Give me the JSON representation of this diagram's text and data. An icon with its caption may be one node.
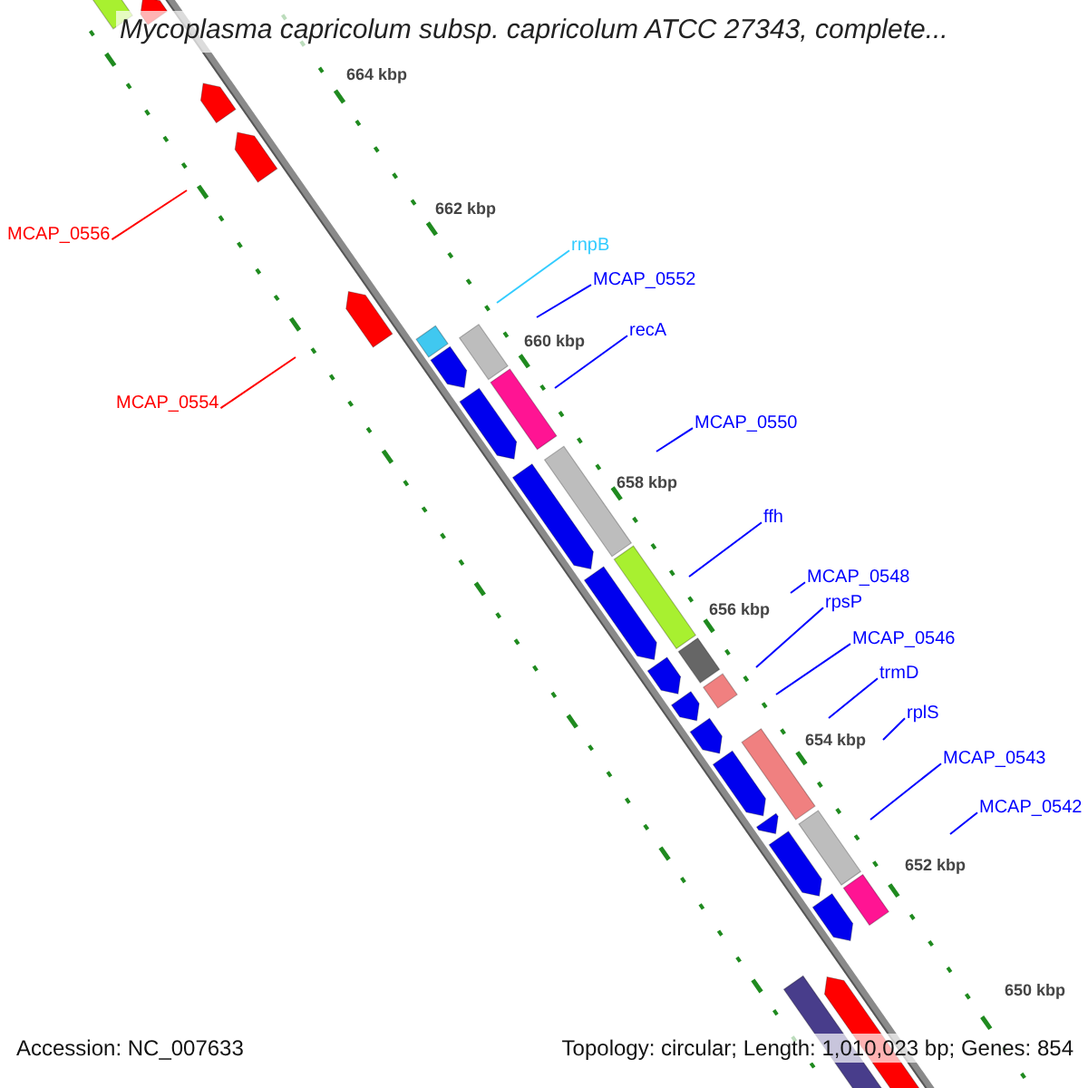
{
  "diagram": {
    "title": "Mycoplasma capricolum subsp. capricolum ATCC 27343, complete...",
    "nodes": [
      {
        "text": [
          "MCAP_0556"
        ]
      },
      {
        "text": [
          "rnpB"
        ]
      },
      {
        "text": [
          "MCAP_0552"
        ]
      },
      {
        "text": [
          "recA"
        ]
      },
      {
        "text": [
          "MCAP_0554"
        ]
      },
      {
        "text": [
          "MCAP_0550"
        ]
      },
      {
        "text": [
          "ffh"
        ]
      },
      {
        "text": [
          "MCAP_0548"
        ]
      },
      {
        "text": [
          "rpsP"
        ]
      },
      {
        "text": [
          "MCAP_0546"
        ]
      },
      {
        "text": [
          "trmD"
        ]
      },
      {
        "text": [
          "rplS"
        ]
      },
      {
        "text": [
          "MCAP_0543"
        ]
      },
      {
        "text": [
          "MCAP_0542"
        ]
      }
    ],
    "edges": [
      {
        "from": 0,
        "to": null,
        "arrow": "none",
        "color": "#ff0000"
      },
      {
        "from": 1,
        "to": null,
        "arrow": "none",
        "color": "#33ccff"
      },
      {
        "from": 2,
        "to": null,
        "arrow": "none"
      },
      {
        "from": 3,
        "to": null,
        "arrow": "none"
      },
      {
        "from": 4,
        "to": null,
        "arrow": "none",
        "color": "#ff0000"
      },
      {
        "from": 5,
        "to": null,
        "arrow": "none"
      },
      {
        "from": 6,
        "to": null,
        "arrow": "none"
      },
      {
        "from": 7,
        "to": null,
        "arrow": "none"
      },
      {
        "from": 8,
        "to": null,
        "arrow": "none"
      },
      {
        "from": 9,
        "to": null,
        "arrow": "none"
      },
      {
        "from": 10,
        "to": null,
        "arrow": "none"
      },
      {
        "from": 11,
        "to": null,
        "arrow": "none"
      },
      {
        "from": 12,
        "to": null,
        "arrow": "none"
      },
      {
        "from": 13,
        "to": null,
        "arrow": "none"
      }
    ],
    "labels": [
      "664 kbp",
      "662 kbp",
      "660 kbp",
      "658 kbp",
      "656 kbp",
      "654 kbp",
      "652 kbp",
      "650 kbp",
      "Accession: NC_007633",
      "Topology: circular; Length: 1,010,023 bp; Genes: 854"
    ]
  }
}
